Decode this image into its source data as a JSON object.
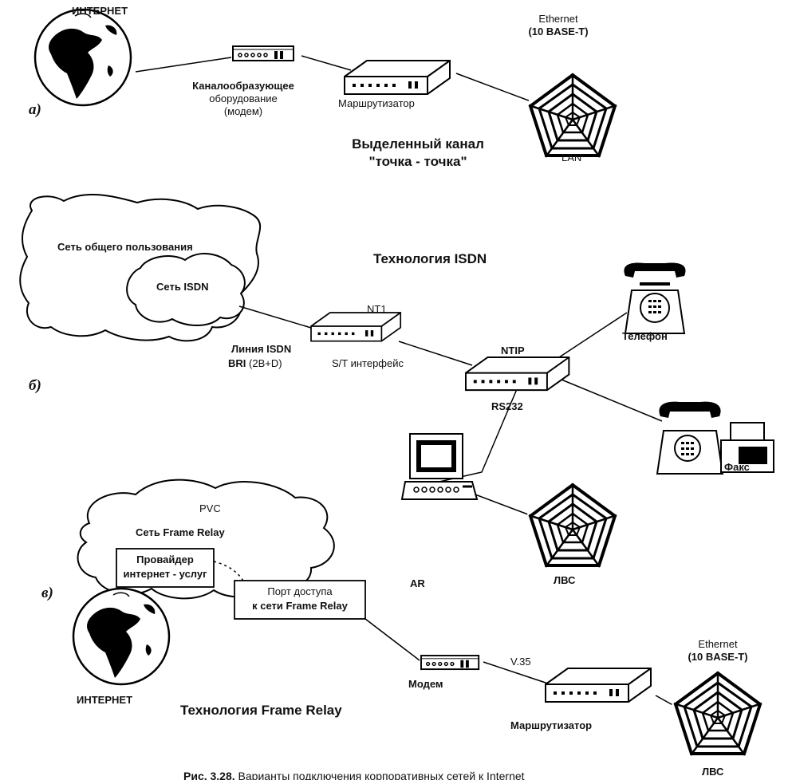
{
  "sections": {
    "a": "а)",
    "b": "б)",
    "v": "в)"
  },
  "a": {
    "internet": "ИНТЕРНЕТ",
    "modem_line1": "Каналообразующее",
    "modem_line2": "оборудование",
    "modem_line3": "(модем)",
    "router": "Маршрутизатор",
    "ethernet_line1": "Ethernet",
    "ethernet_line2": "(10 BASE-T)",
    "lan": "LAN",
    "title_line1": "Выделенный канал",
    "title_line2": "\"точка - точка\""
  },
  "b": {
    "public_network": "Сеть общего пользования",
    "isdn_network": "Сеть ISDN",
    "title": "Технология ISDN",
    "nt1": "NT1",
    "isdn_line1": "Линия ISDN",
    "isdn_line2a": "BRI",
    "isdn_line2b": "(2B+D)",
    "st_interface": "S/T интерфейс",
    "ntip": "NTIP",
    "phone": "Телефон",
    "rs232": "RS232",
    "fax": "Факс",
    "lvs": "ЛВС"
  },
  "v": {
    "pvc": "PVC",
    "fr_network": "Сеть Frame Relay",
    "provider_line1": "Провайдер",
    "provider_line2": "интернет - услуг",
    "port_line1": "Порт доступа",
    "port_line2": "к сети Frame Relay",
    "ar": "AR",
    "modem": "Модем",
    "v35": "V.35",
    "router": "Маршрутизатор",
    "ethernet_line1": "Ethernet",
    "ethernet_line2": "(10 BASE-T)",
    "internet": "ИНТЕРНЕТ",
    "title": "Технология Frame Relay",
    "lvs": "ЛВС"
  },
  "caption": {
    "number": "Рис. 3.28.",
    "text": "Варианты подключения корпоративных сетей к Internet"
  }
}
